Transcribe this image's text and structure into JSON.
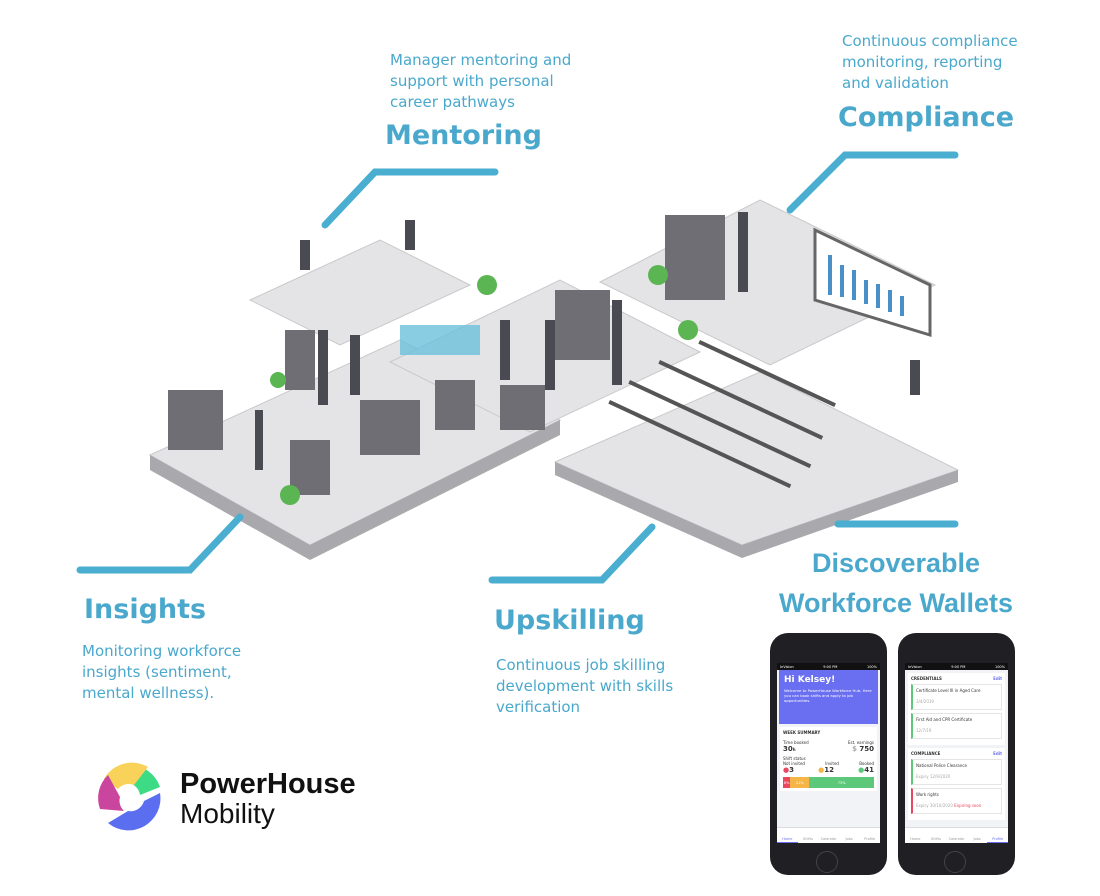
{
  "colors": {
    "accent": "#4aa8cc",
    "line": "#4aaed0"
  },
  "mentoring": {
    "title": "Mentoring",
    "desc": [
      "Manager mentoring and",
      "support with personal",
      "career pathways"
    ]
  },
  "compliance": {
    "title": "Compliance",
    "desc": [
      "Continuous compliance",
      "monitoring, reporting",
      "and validation"
    ]
  },
  "insights": {
    "title": "Insights",
    "desc": [
      "Monitoring workforce",
      "insights (sentiment,",
      "mental wellness)."
    ]
  },
  "upskilling": {
    "title": "Upskilling",
    "desc": [
      "Continuous job skilling",
      "development with skills",
      "verification"
    ]
  },
  "wallets": {
    "title": [
      "Discoverable",
      "Workforce Wallets"
    ]
  },
  "logo": {
    "name": "PowerHouse",
    "sub": "Mobility"
  },
  "phone1": {
    "carrier": "InVision",
    "time": "9:00 PM",
    "battery": "100%",
    "greeting": "Hi Kelsey!",
    "welcome": "Welcome to PowerHouse Workforce Hub. Here you can book shifts and apply to job opportunities.",
    "week_summary": "WEEK SUMMARY",
    "time_booked_label": "Time booked",
    "time_booked": "30",
    "time_unit": "h",
    "earnings_label": "Est. earnings",
    "earnings": "750",
    "currency": "$",
    "shift_status": "Shift status",
    "not_invited_label": "Not invited",
    "not_invited": "3",
    "invited_label": "Invited",
    "invited": "12",
    "booked_label": "Booked",
    "booked": "41",
    "bar": [
      {
        "label": "8%",
        "pct": 8,
        "color": "#e8475f"
      },
      {
        "label": "21%",
        "pct": 21,
        "color": "#f5b547"
      },
      {
        "label": "73%",
        "pct": 71,
        "color": "#5cc87a"
      }
    ],
    "nav": [
      "Home",
      "Shifts",
      "Calendar",
      "Jobs",
      "Profile"
    ]
  },
  "phone2": {
    "credentials": "CREDENTIALS",
    "edit": "Edit",
    "cred1": "Certificate Level III in Aged Care",
    "cred1_date": "3/4/2019",
    "cred2": "First Aid and CPR Certificate",
    "cred2_date": "12/7/19",
    "compliance": "COMPLIANCE",
    "comp1": "National Police Clearance",
    "comp1_expiry": "Expiry 12/9/2020",
    "comp2": "Work rights",
    "comp2_expiry": "Expiry 30/10/2020",
    "comp2_warn": "Expiring soon"
  }
}
